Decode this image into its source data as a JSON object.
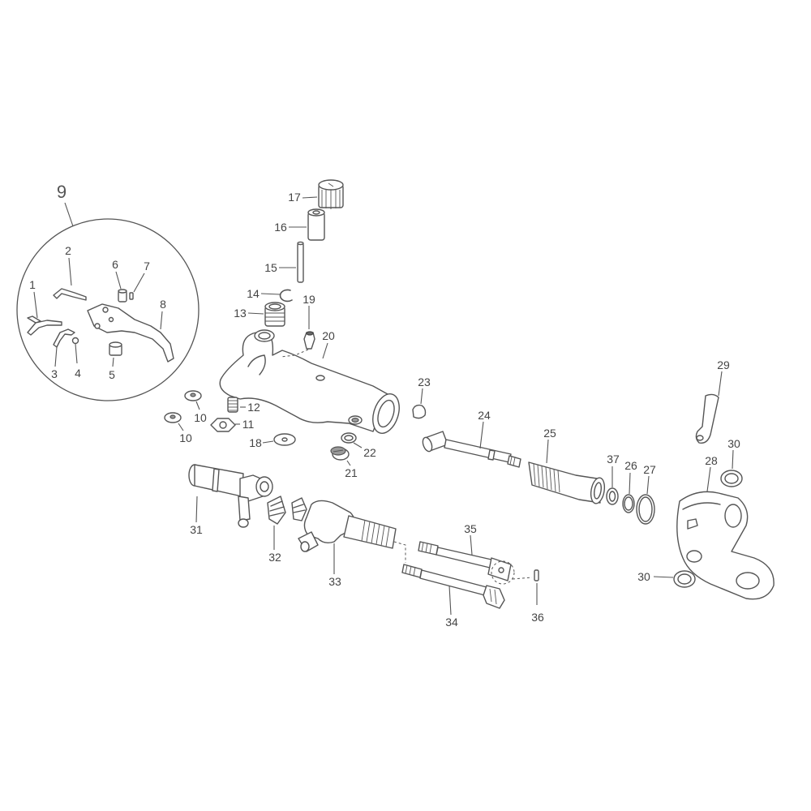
{
  "callouts": {
    "c1": "1",
    "c2": "2",
    "c3": "3",
    "c4": "4",
    "c5": "5",
    "c6": "6",
    "c7": "7",
    "c8": "8",
    "c9": "9",
    "c10a": "10",
    "c10b": "10",
    "c11": "11",
    "c12": "12",
    "c13": "13",
    "c14": "14",
    "c15": "15",
    "c16": "16",
    "c17": "17",
    "c18": "18",
    "c19": "19",
    "c20": "20",
    "c21": "21",
    "c22": "22",
    "c23": "23",
    "c24": "24",
    "c25": "25",
    "c26": "26",
    "c27": "27",
    "c28": "28",
    "c29": "29",
    "c30a": "30",
    "c30b": "30",
    "c31": "31",
    "c32": "32",
    "c33": "33",
    "c34": "34",
    "c35": "35",
    "c36": "36",
    "c37": "37"
  }
}
